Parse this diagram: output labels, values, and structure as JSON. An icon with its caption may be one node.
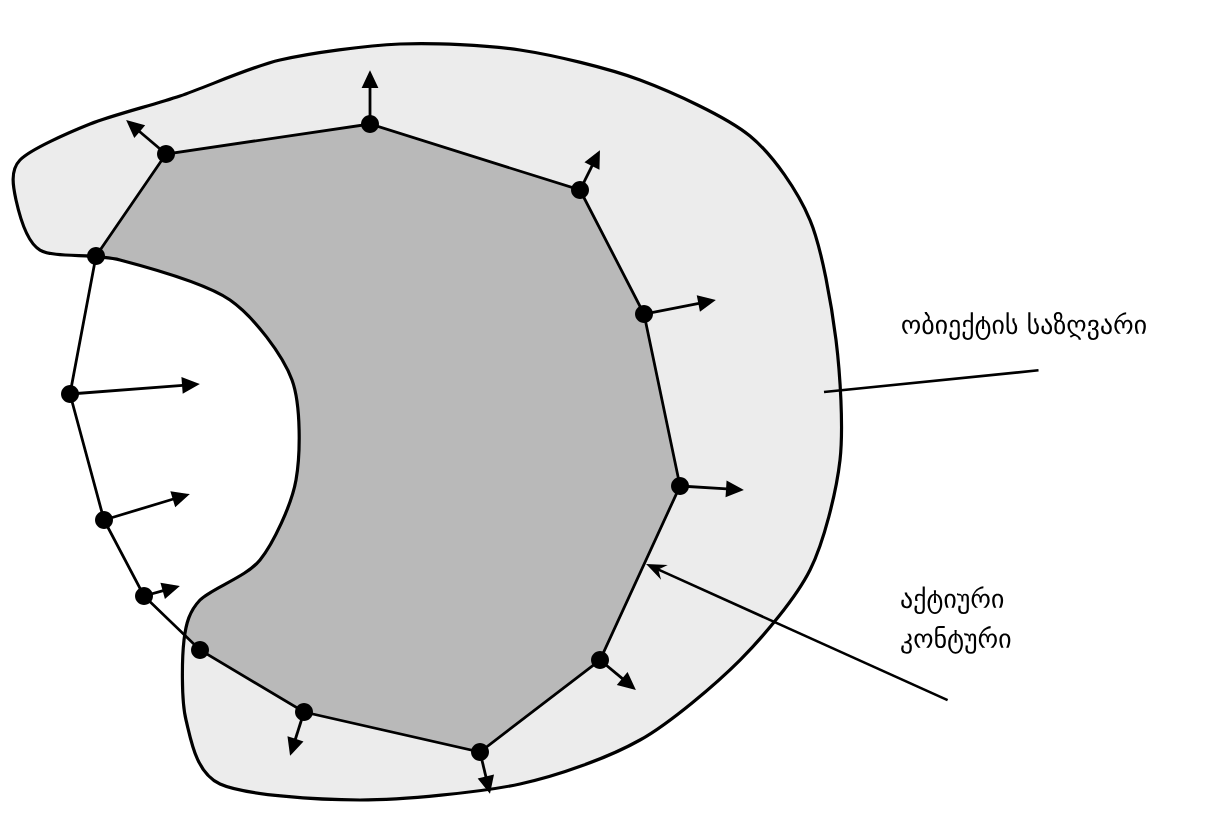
{
  "diagram": {
    "nodes": [
      {
        "text": [
          "ობიექტის საზღვარი"
        ]
      },
      {
        "text": [
          "აქტიური კონტური"
        ]
      }
    ],
    "edges": [
      {
        "from": 0,
        "to": null,
        "arrow": "none"
      },
      {
        "from": 1,
        "to": null,
        "arrow": "to"
      }
    ]
  }
}
